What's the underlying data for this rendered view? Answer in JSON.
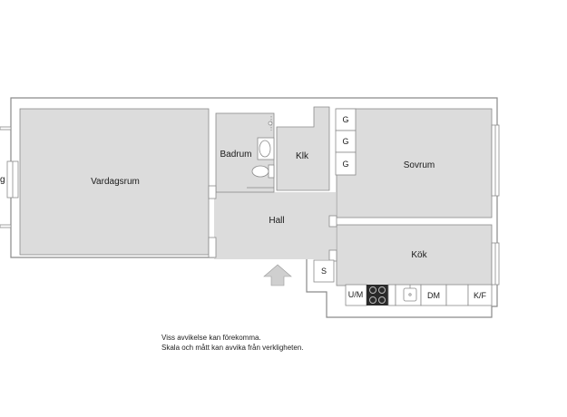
{
  "rooms": {
    "living": "Vardagsrum",
    "bath": "Badrum",
    "closet": "Klk",
    "bedroom": "Sovrum",
    "hall": "Hall",
    "kitchen": "Kök"
  },
  "fixtures": {
    "g1": "G",
    "g2": "G",
    "g3": "G",
    "s": "S",
    "um": "U/M",
    "dm": "DM",
    "kf": "K/F"
  },
  "edge_text": "g",
  "disclaimer": {
    "line1": "Viss avvikelse kan förekomma.",
    "line2": "Skala och mått kan avvika från verkligheten."
  },
  "colors": {
    "floor": "#dcdcdc",
    "wall": "#8a8a8a",
    "arrow": "#cfcfcf"
  }
}
